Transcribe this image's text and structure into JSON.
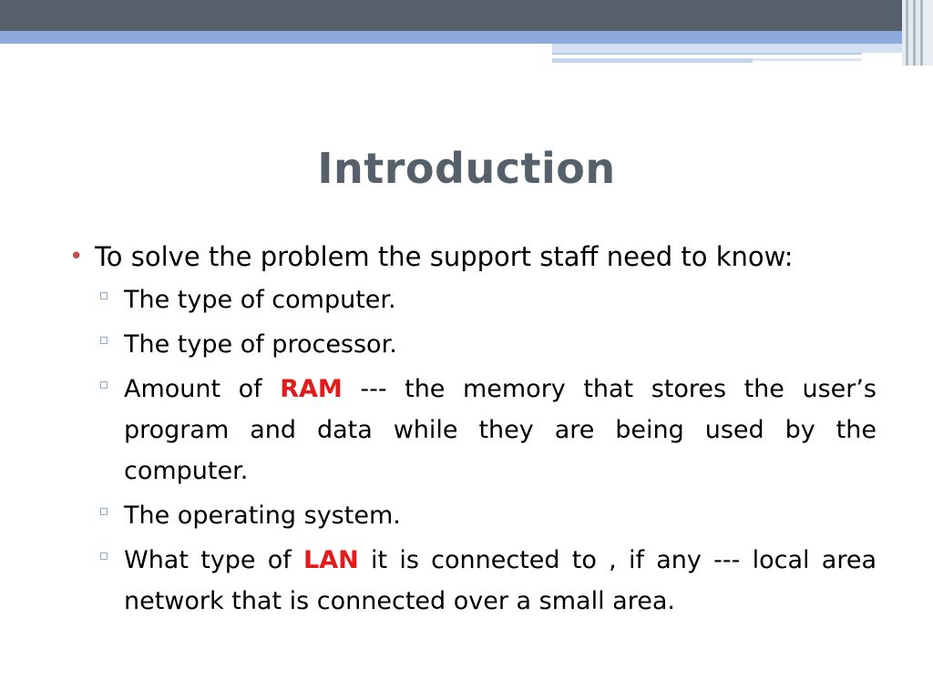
{
  "slide": {
    "title": "Introduction",
    "accent_colors": {
      "header_dark": "#56606b",
      "header_blue": "#8ea9db",
      "bullet": "#c0504d",
      "highlight": "#e31a1a"
    },
    "bullet": {
      "icon": "round-bullet",
      "text": "To solve the problem the support staff  need to know:"
    },
    "sub_items": [
      {
        "icon": "square-bullet",
        "text": "The type of computer."
      },
      {
        "icon": "square-bullet",
        "text": "The type of processor."
      },
      {
        "icon": "square-bullet",
        "pre": "Amount of ",
        "highlight": "RAM",
        "post": " --- the memory that stores the user’s program and data while they are being used by the computer."
      },
      {
        "icon": "square-bullet",
        "text": "The operating system."
      },
      {
        "icon": "square-bullet",
        "pre": "What type of ",
        "highlight": "LAN",
        "post": " it is connected to , if any --- local area network that is connected over a small area."
      }
    ]
  }
}
